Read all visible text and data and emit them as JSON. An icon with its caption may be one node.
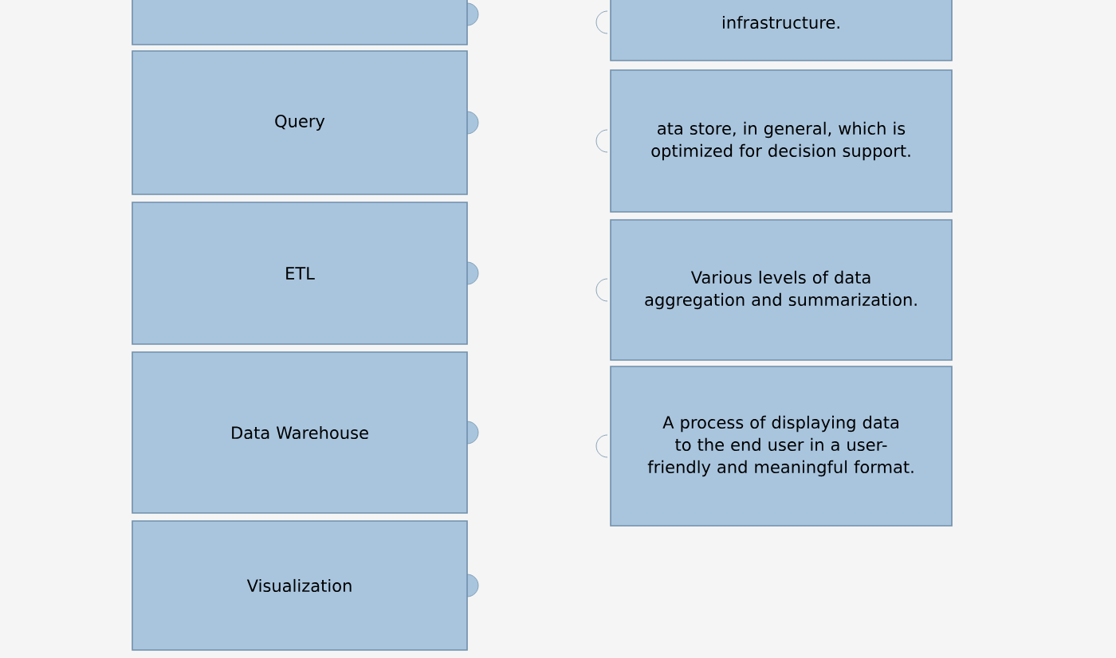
{
  "diagram": {
    "nodes": [
      {
        "text": [],
        "shape": "box"
      },
      {
        "text": [
          "Query"
        ]
      },
      {
        "text": [
          "ETL"
        ]
      },
      {
        "text": [
          "Data Warehouse"
        ]
      },
      {
        "text": [
          "Visualization"
        ]
      },
      {
        "text": [
          "infrastructure."
        ]
      },
      {
        "text": [
          "ata store, in general, which is optimized for decision support."
        ]
      },
      {
        "text": [
          "Various levels of data aggregation and summarization."
        ]
      },
      {
        "text": [
          "A process of displaying data to the end user in a user-friendly and meaningful format."
        ]
      }
    ]
  }
}
